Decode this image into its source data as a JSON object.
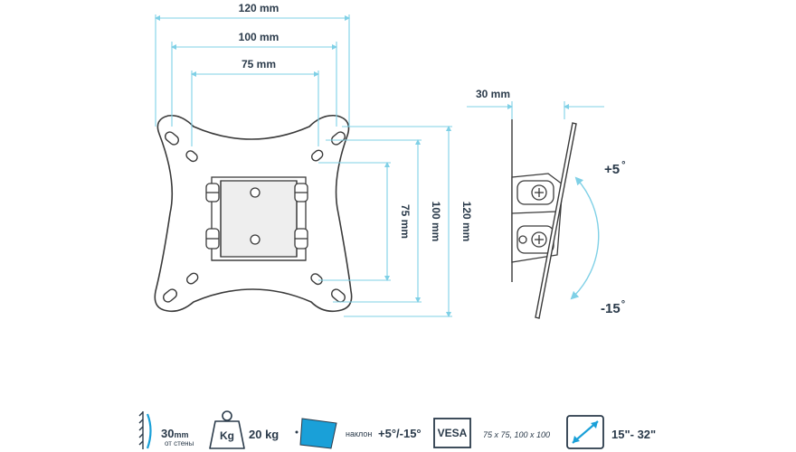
{
  "dimensions": {
    "width_120": "120 mm",
    "width_100": "100 mm",
    "width_75": "75 mm",
    "height_75": "75 mm",
    "height_100": "100 mm",
    "height_120": "120 mm",
    "depth": "30 mm"
  },
  "tilt": {
    "up": "+5",
    "down": "-15",
    "degree": "°"
  },
  "footer": {
    "depth_value": "30",
    "depth_unit": "mm",
    "depth_sub": "от стены",
    "weight_icon_label": "Kg",
    "weight_value": "20 kg",
    "tilt_label": "наклон",
    "tilt_value": "+5°/-15°",
    "vesa_icon_label": "VESA",
    "vesa_value": "75 x 75, 100 x 100",
    "screen_value": "15\"- 32\""
  },
  "colors": {
    "dimension_line": "#7fd0e6",
    "outline": "#3a3a3a",
    "plate_fill": "#ffffff",
    "panel_fill": "#eeeeee",
    "text": "#2a3a4a",
    "icon_blue": "#1aa0d8"
  }
}
